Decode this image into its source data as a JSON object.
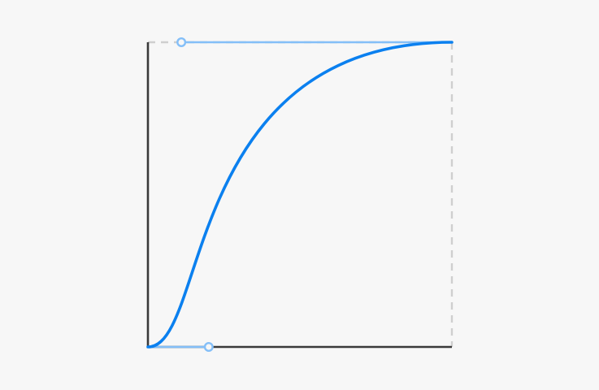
{
  "editor": {
    "type": "cubic-bezier-easing",
    "control_point_1": [
      0.2,
      0
    ],
    "control_point_2": [
      0.11,
      1
    ]
  },
  "colors": {
    "background": "#f7f7f7",
    "curve": "#0b80ef",
    "handle": "#84bff8",
    "axis": "#3a3a3a",
    "guide": "#cfcfcf"
  },
  "icons": {
    "handle_1": "circle-handle-icon",
    "handle_2": "circle-handle-icon"
  }
}
